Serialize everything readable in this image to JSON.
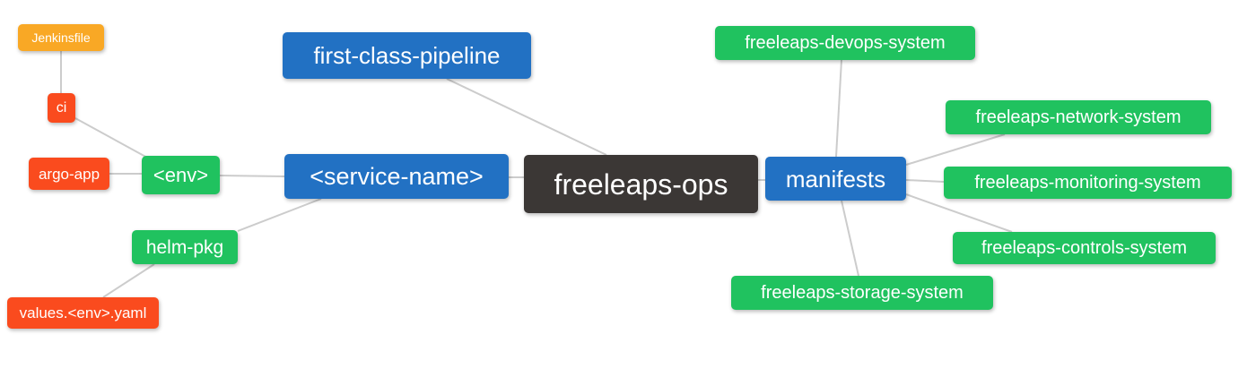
{
  "palette": {
    "blue": "#2271c3",
    "green": "#20c25f",
    "red_orange": "#fa4b1e",
    "amber": "#f9a825",
    "dark": "#3b3735",
    "edge_line": "#cccccc",
    "node_text": "#ffffff",
    "background": "#ffffff"
  },
  "mindmap": {
    "root_label": "freeleaps-ops",
    "nodes": [
      {
        "id": "jenkinsfile",
        "label": "Jenkinsfile",
        "color": "amber"
      },
      {
        "id": "ci",
        "label": "ci",
        "color": "red_orange"
      },
      {
        "id": "argo-app",
        "label": "argo-app",
        "color": "red_orange"
      },
      {
        "id": "env",
        "label": "<env>",
        "color": "green"
      },
      {
        "id": "helm-pkg",
        "label": "helm-pkg",
        "color": "green"
      },
      {
        "id": "values-env-yaml",
        "label": "values.<env>.yaml",
        "color": "red_orange"
      },
      {
        "id": "first-class-pipeline",
        "label": "first-class-pipeline",
        "color": "blue"
      },
      {
        "id": "service-name",
        "label": "<service-name>",
        "color": "blue"
      },
      {
        "id": "freeleaps-ops",
        "label": "freeleaps-ops",
        "color": "dark"
      },
      {
        "id": "manifests",
        "label": "manifests",
        "color": "blue"
      },
      {
        "id": "freeleaps-devops-system",
        "label": "freeleaps-devops-system",
        "color": "green"
      },
      {
        "id": "freeleaps-network-system",
        "label": "freeleaps-network-system",
        "color": "green"
      },
      {
        "id": "freeleaps-monitoring-system",
        "label": "freeleaps-monitoring-system",
        "color": "green"
      },
      {
        "id": "freeleaps-controls-system",
        "label": "freeleaps-controls-system",
        "color": "green"
      },
      {
        "id": "freeleaps-storage-system",
        "label": "freeleaps-storage-system",
        "color": "green"
      }
    ],
    "edges": [
      [
        "jenkinsfile",
        "ci"
      ],
      [
        "ci",
        "env"
      ],
      [
        "argo-app",
        "env"
      ],
      [
        "env",
        "service-name"
      ],
      [
        "helm-pkg",
        "service-name"
      ],
      [
        "values-env-yaml",
        "helm-pkg"
      ],
      [
        "first-class-pipeline",
        "freeleaps-ops"
      ],
      [
        "service-name",
        "freeleaps-ops"
      ],
      [
        "freeleaps-ops",
        "manifests"
      ],
      [
        "manifests",
        "freeleaps-devops-system"
      ],
      [
        "manifests",
        "freeleaps-network-system"
      ],
      [
        "manifests",
        "freeleaps-monitoring-system"
      ],
      [
        "manifests",
        "freeleaps-controls-system"
      ],
      [
        "manifests",
        "freeleaps-storage-system"
      ]
    ]
  }
}
